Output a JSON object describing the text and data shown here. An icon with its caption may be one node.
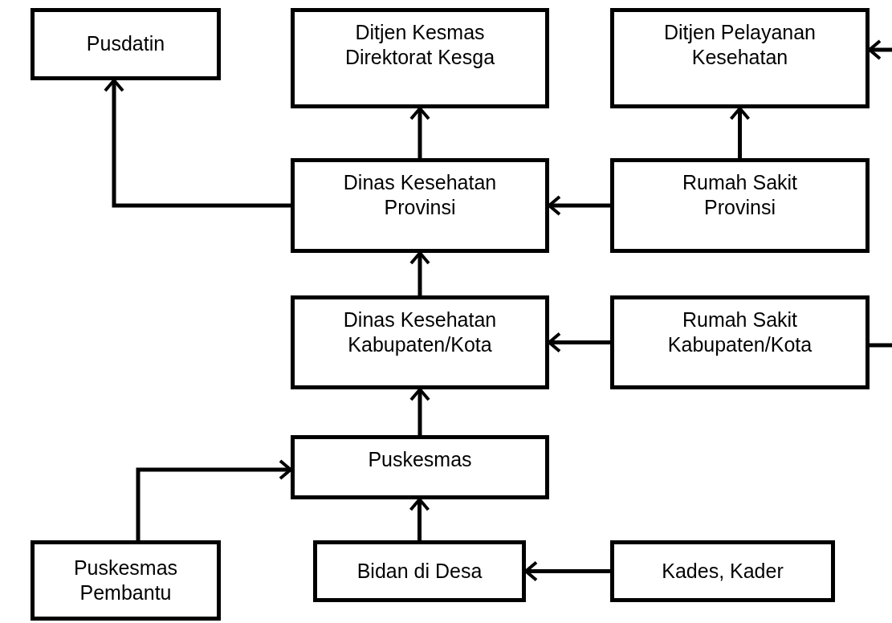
{
  "diagram": {
    "nodes": [
      {
        "text": [
          "Pusdatin"
        ]
      },
      {
        "text": [
          "Ditjen Kesmas Direktorat Kesga"
        ]
      },
      {
        "text": [
          "Ditjen Pelayanan Kesehatan"
        ]
      },
      {
        "text": [
          "Dinas Kesehatan Provinsi"
        ]
      },
      {
        "text": [
          "Rumah Sakit Provinsi"
        ]
      },
      {
        "text": [
          "Dinas Kesehatan Kabupaten/Kota"
        ]
      },
      {
        "text": [
          "Rumah Sakit Kabupaten/Kota"
        ]
      },
      {
        "text": [
          "Puskesmas"
        ]
      },
      {
        "text": [
          "Puskesmas Pembantu"
        ]
      },
      {
        "text": [
          "Bidan di Desa"
        ]
      },
      {
        "text": [
          "Kades, Kader"
        ]
      }
    ],
    "edges": [
      {
        "from": 3,
        "to": 0,
        "arrow": "to"
      },
      {
        "from": 3,
        "to": 1,
        "arrow": "to"
      },
      {
        "from": 4,
        "to": 2,
        "arrow": "to"
      },
      {
        "from": 4,
        "to": 3,
        "arrow": "to"
      },
      {
        "from": 5,
        "to": 3,
        "arrow": "to"
      },
      {
        "from": 6,
        "to": 5,
        "arrow": "to"
      },
      {
        "from": null,
        "to": 2,
        "arrow": "to"
      },
      {
        "from": 6,
        "to": null,
        "arrow": "none"
      },
      {
        "from": 7,
        "to": 5,
        "arrow": "to"
      },
      {
        "from": 8,
        "to": 7,
        "arrow": "to"
      },
      {
        "from": 9,
        "to": 7,
        "arrow": "to"
      },
      {
        "from": 10,
        "to": 9,
        "arrow": "to"
      }
    ]
  }
}
